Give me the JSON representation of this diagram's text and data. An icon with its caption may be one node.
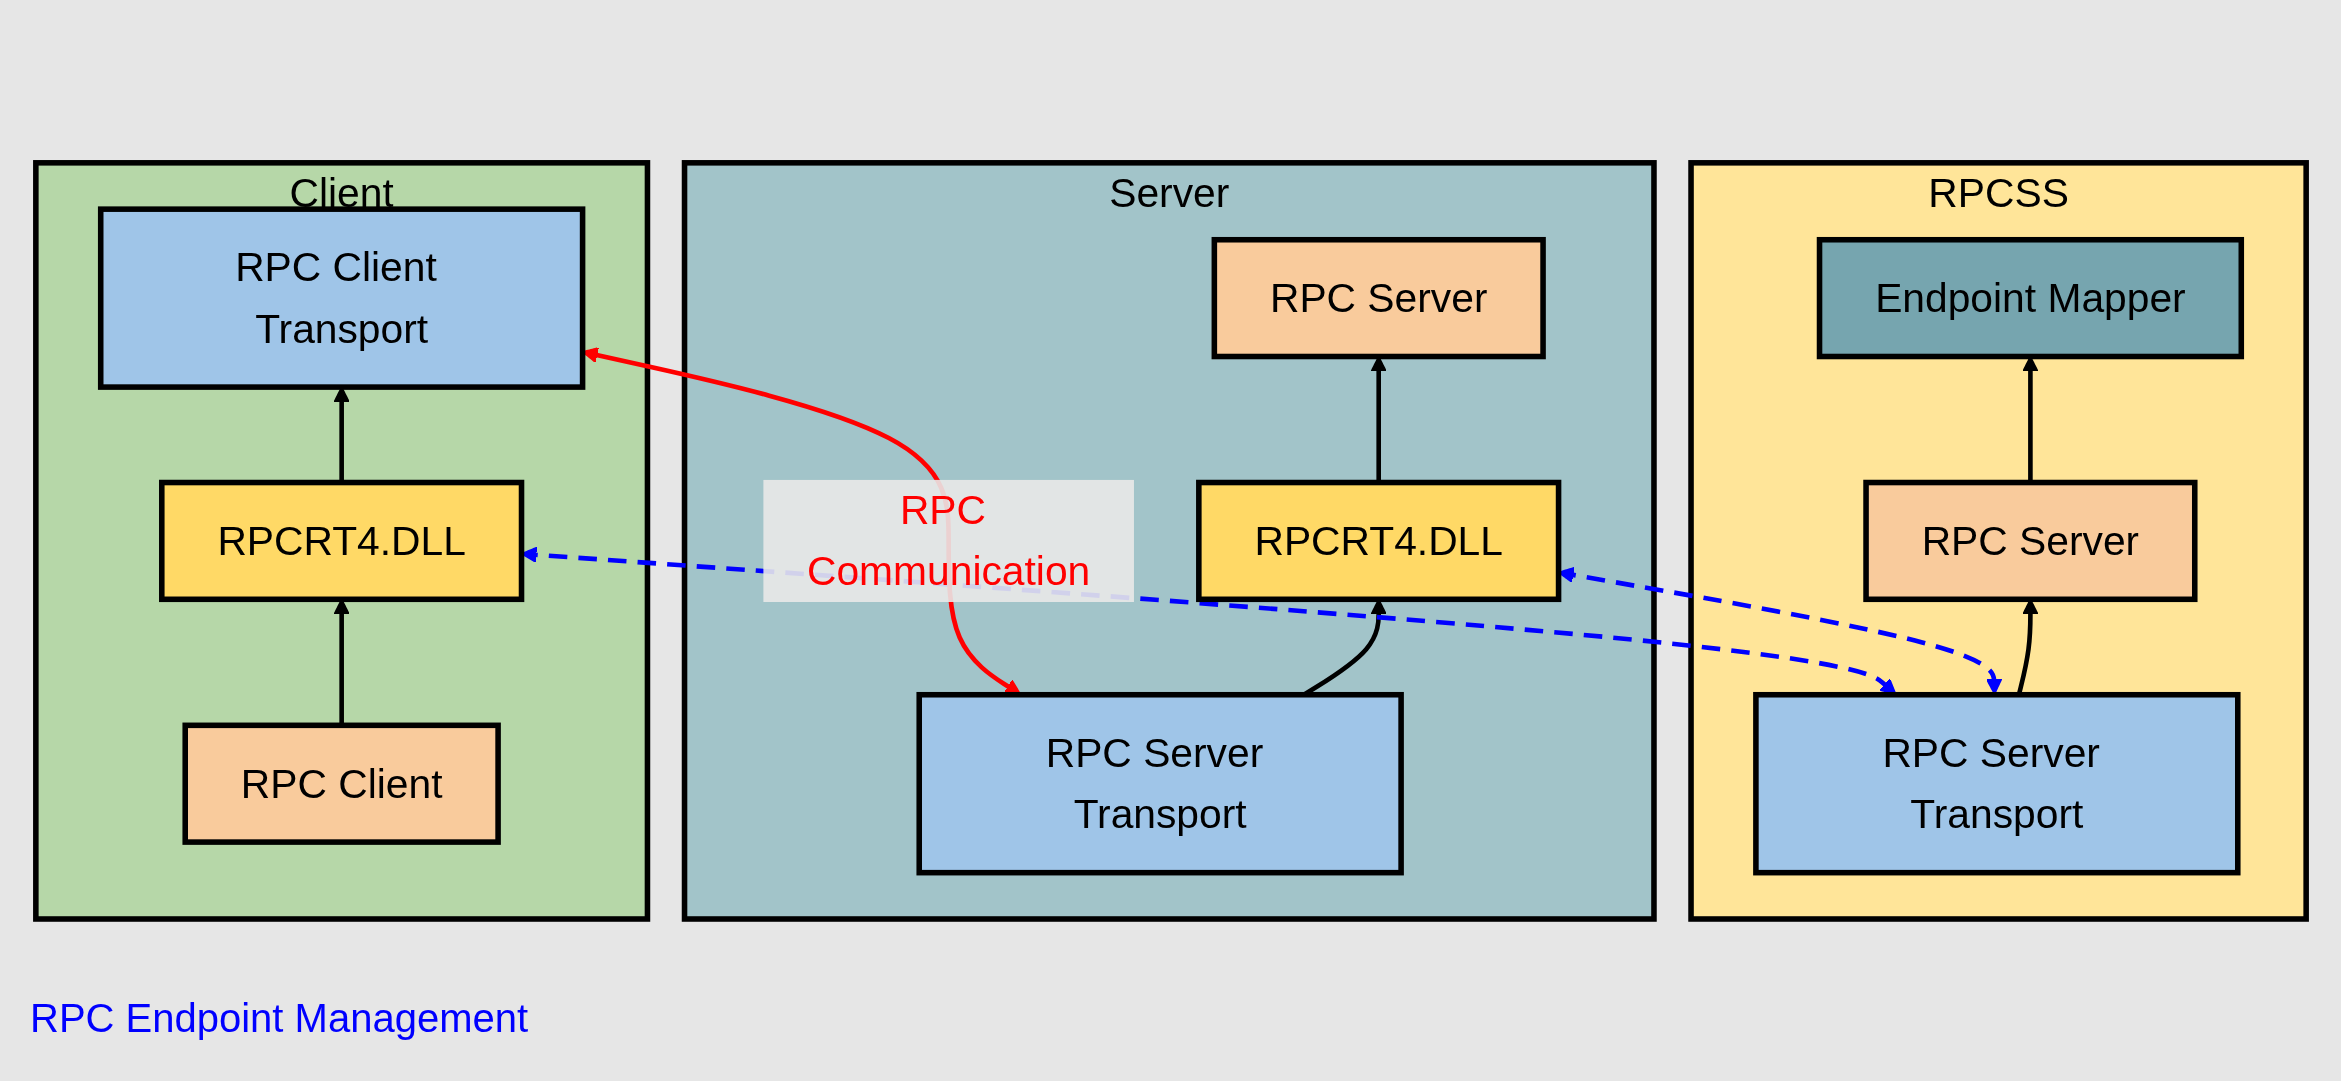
{
  "diagram": {
    "nodes": [
      {
        "text": [
          "RPCSS"
        ]
      },
      {
        "text": [
          "Endpoint Mapper"
        ],
        "in": 0
      },
      {
        "text": [
          "RPC Server"
        ],
        "in": 0
      },
      {
        "text": [
          "RPC Server Transport"
        ],
        "in": 0
      },
      {
        "text": [
          "Server"
        ]
      },
      {
        "text": [
          "RPC Server Transport"
        ],
        "in": 4
      },
      {
        "text": [
          "RPC Server"
        ],
        "in": 4
      },
      {
        "text": [
          "RPCRT4.DLL"
        ],
        "in": 4
      },
      {
        "text": [
          "Client"
        ]
      },
      {
        "text": [
          "RPC Client"
        ],
        "in": 8
      },
      {
        "text": [
          "RPC Client Transport"
        ],
        "in": 8
      },
      {
        "text": [
          "RPCRT4.DLL"
        ],
        "in": 8
      }
    ],
    "edges": [
      {
        "from": 2,
        "to": 1,
        "arrow": "to"
      },
      {
        "from": 3,
        "to": 2,
        "arrow": "to"
      },
      {
        "from": 5,
        "to": 7,
        "arrow": "to"
      },
      {
        "from": 7,
        "to": 6,
        "arrow": "to"
      },
      {
        "from": 9,
        "to": 11,
        "arrow": "to"
      },
      {
        "from": 11,
        "to": 10,
        "arrow": "to"
      },
      {
        "from": 3,
        "to": 7,
        "arrow": "both",
        "style": "dashed",
        "color": "#0000ff"
      },
      {
        "from": 3,
        "to": 11,
        "arrow": "both",
        "style": "dashed",
        "color": "#0000ff"
      },
      {
        "from": 5,
        "to": 10,
        "arrow": "both",
        "label": "RPC Communication",
        "color": "#ff0000"
      }
    ],
    "labels": [
      "RPC Endpoint Management"
    ]
  }
}
